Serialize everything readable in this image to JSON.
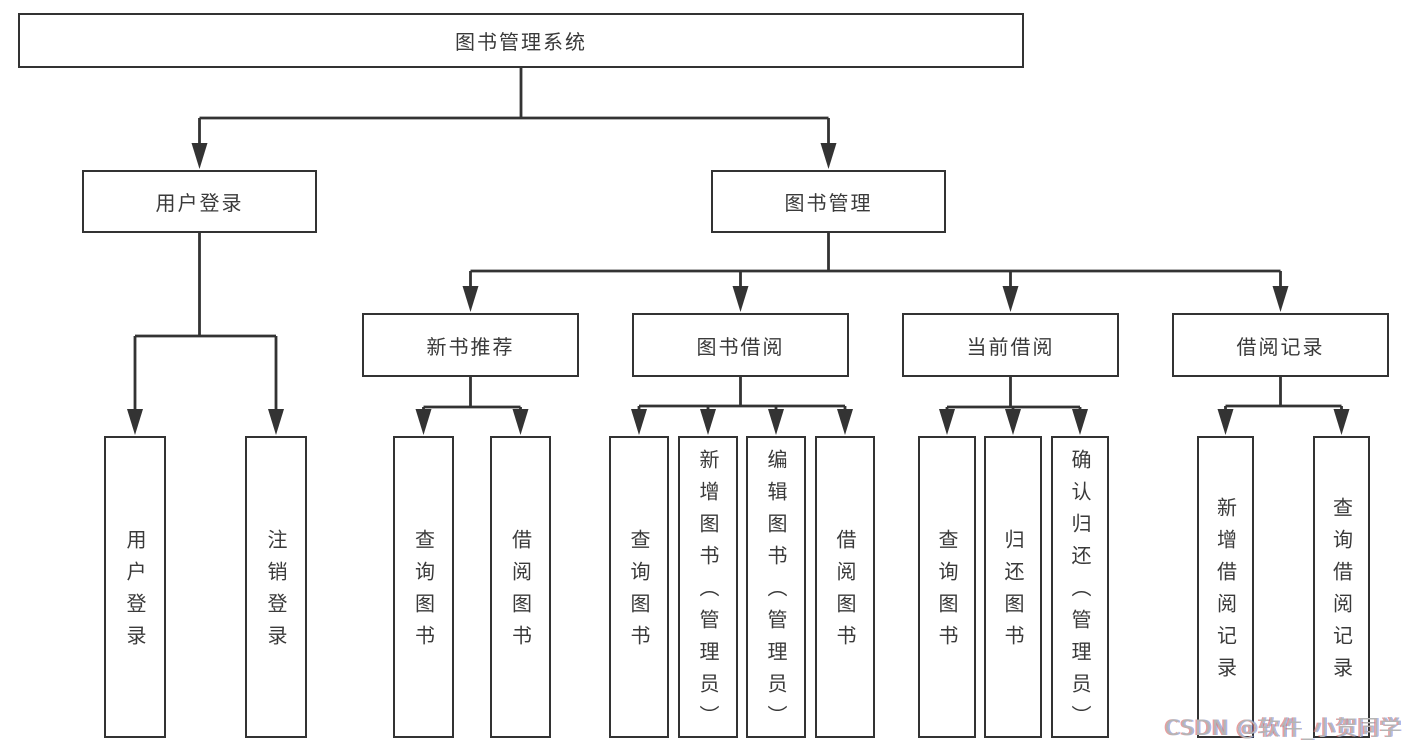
{
  "nodes": {
    "root": "图书管理系统",
    "user_login": "用户登录",
    "book_management": "图书管理",
    "new_book_recommend": "新书推荐",
    "book_borrowing": "图书借阅",
    "current_borrowing": "当前借阅",
    "borrowing_records": "借阅记录",
    "leaves_user_login": [
      "用户登录",
      "注销登录"
    ],
    "leaves_new_book": [
      "查询图书",
      "借阅图书"
    ],
    "leaves_book_borrowing": [
      "查询图书",
      "新增图书（管理员）",
      "编辑图书（管理员）",
      "借阅图书"
    ],
    "leaves_current_borrowing": [
      "查询图书",
      "归还图书",
      "确认归还（管理员）"
    ],
    "leaves_borrowing_records": [
      "新增借阅记录",
      "查询借阅记录"
    ]
  },
  "watermark": {
    "text": "CSDN @软件_小贺同学"
  },
  "colors": {
    "line": "#333333",
    "text": "#3a3a3a",
    "box_fill": "#ffffff",
    "background": "#ffffff",
    "watermark": "#b5b5b5"
  }
}
